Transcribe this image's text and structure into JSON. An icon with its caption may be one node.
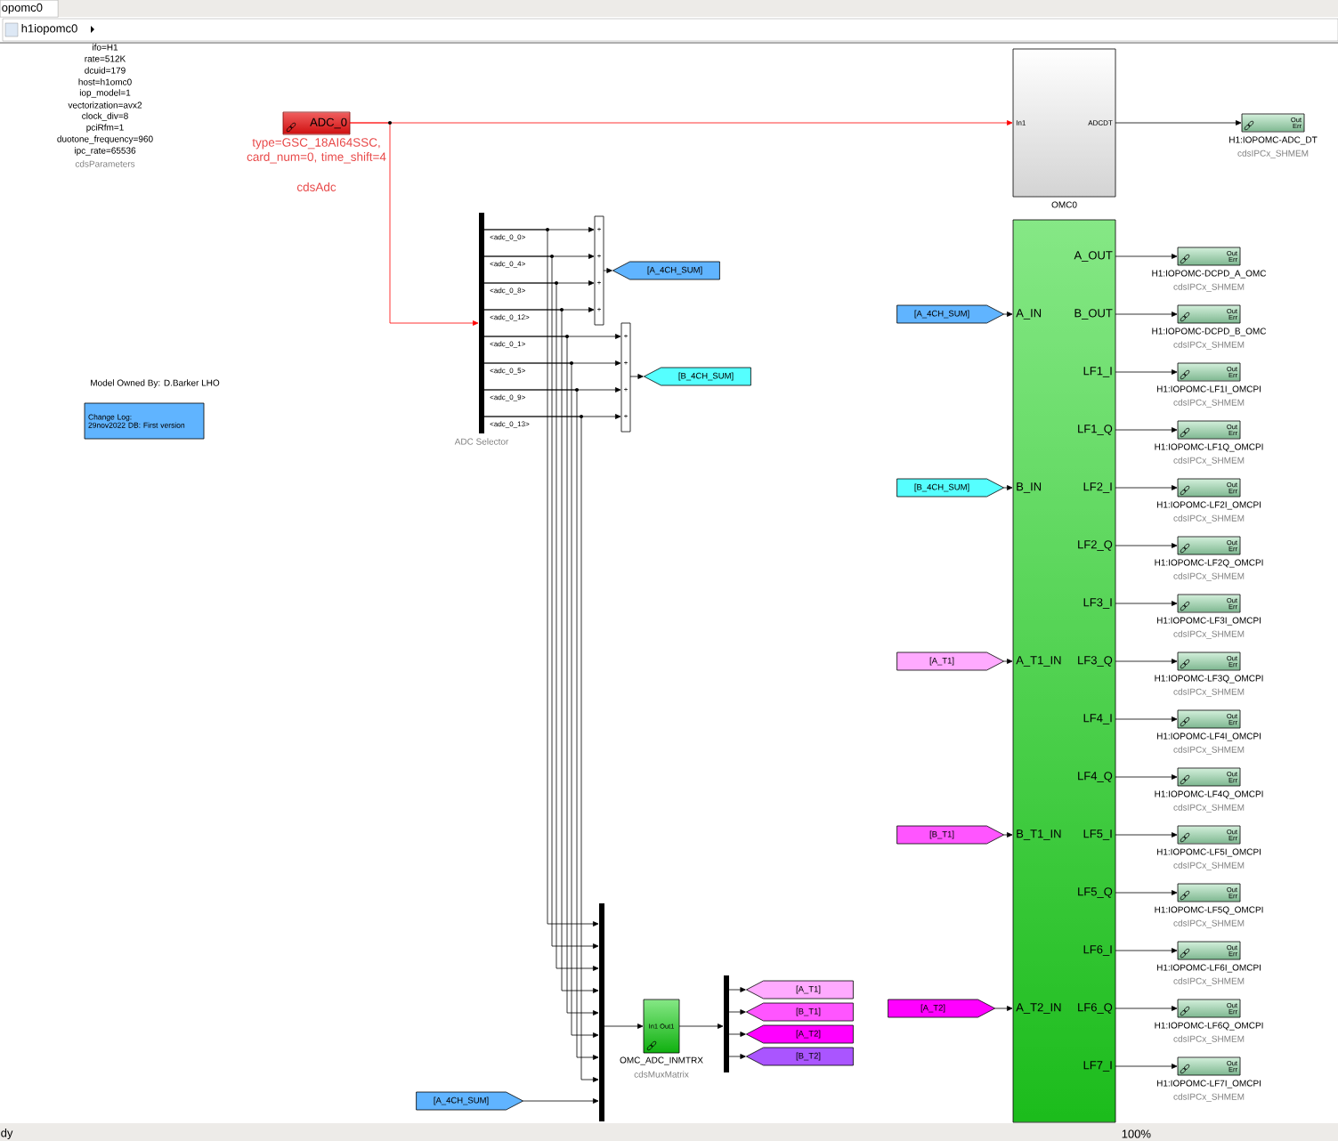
{
  "diagram": {
    "nodes": [
      {
        "text": [
          "ADC_0"
        ],
        "beside": [
          "type=GSC_18AI64SSC, card_num=0, time_shift=4",
          "cdsAdc"
        ]
      },
      {
        "text": [],
        "shape": "bar",
        "beside": [
          "ADC Selector"
        ]
      },
      {
        "text": [
          "+",
          "+",
          "+",
          "+"
        ]
      },
      {
        "text": [
          "+",
          "+",
          "+",
          "+"
        ]
      },
      {
        "text": [
          "[A_4CH_SUM]"
        ]
      },
      {
        "text": [
          "[B_4CH_SUM]"
        ]
      },
      {
        "text": [
          "In1",
          "ADCDT"
        ],
        "beside": [
          "OMC0"
        ]
      },
      {
        "text": [
          "Out",
          "Err"
        ],
        "beside": [
          "H1:IOPOMC-ADC_DT",
          "cdsIPCx_SHMEM"
        ]
      },
      {
        "text": [
          "A_IN",
          "B_IN",
          "A_T1_IN",
          "B_T1_IN",
          "A_T2_IN",
          "A_OUT",
          "B_OUT",
          "LF1_I",
          "LF1_Q",
          "LF2_I",
          "LF2_Q",
          "LF3_I",
          "LF3_Q",
          "LF4_I",
          "LF4_Q",
          "LF5_I",
          "LF5_Q",
          "LF6_I",
          "LF6_Q",
          "LF7_I"
        ]
      },
      {
        "text": [
          "[A_4CH_SUM]"
        ]
      },
      {
        "text": [
          "[B_4CH_SUM]"
        ]
      },
      {
        "text": [
          "[A_T1]"
        ]
      },
      {
        "text": [
          "[B_T1]"
        ]
      },
      {
        "text": [
          "[A_T2]"
        ]
      },
      {
        "text": [
          "Out",
          "Err"
        ],
        "beside": [
          "H1:IOPOMC-DCPD_A_OMC",
          "cdsIPCx_SHMEM"
        ]
      },
      {
        "text": [
          "Out",
          "Err"
        ],
        "beside": [
          "H1:IOPOMC-DCPD_B_OMC",
          "cdsIPCx_SHMEM"
        ]
      },
      {
        "text": [
          "Out",
          "Err"
        ],
        "beside": [
          "H1:IOPOMC-LF1I_OMCPI",
          "cdsIPCx_SHMEM"
        ]
      },
      {
        "text": [
          "Out",
          "Err"
        ],
        "beside": [
          "H1:IOPOMC-LF1Q_OMCPI",
          "cdsIPCx_SHMEM"
        ]
      },
      {
        "text": [
          "Out",
          "Err"
        ],
        "beside": [
          "H1:IOPOMC-LF2I_OMCPI",
          "cdsIPCx_SHMEM"
        ]
      },
      {
        "text": [
          "Out",
          "Err"
        ],
        "beside": [
          "H1:IOPOMC-LF2Q_OMCPI",
          "cdsIPCx_SHMEM"
        ]
      },
      {
        "text": [
          "Out",
          "Err"
        ],
        "beside": [
          "H1:IOPOMC-LF3I_OMCPI",
          "cdsIPCx_SHMEM"
        ]
      },
      {
        "text": [
          "Out",
          "Err"
        ],
        "beside": [
          "H1:IOPOMC-LF3Q_OMCPI",
          "cdsIPCx_SHMEM"
        ]
      },
      {
        "text": [
          "Out",
          "Err"
        ],
        "beside": [
          "H1:IOPOMC-LF4I_OMCPI",
          "cdsIPCx_SHMEM"
        ]
      },
      {
        "text": [
          "Out",
          "Err"
        ],
        "beside": [
          "H1:IOPOMC-LF4Q_OMCPI",
          "cdsIPCx_SHMEM"
        ]
      },
      {
        "text": [
          "Out",
          "Err"
        ],
        "beside": [
          "H1:IOPOMC-LF5I_OMCPI",
          "cdsIPCx_SHMEM"
        ]
      },
      {
        "text": [
          "Out",
          "Err"
        ],
        "beside": [
          "H1:IOPOMC-LF5Q_OMCPI",
          "cdsIPCx_SHMEM"
        ]
      },
      {
        "text": [
          "Out",
          "Err"
        ],
        "beside": [
          "H1:IOPOMC-LF6I_OMCPI",
          "cdsIPCx_SHMEM"
        ]
      },
      {
        "text": [
          "Out",
          "Err"
        ],
        "beside": [
          "H1:IOPOMC-LF6Q_OMCPI",
          "cdsIPCx_SHMEM"
        ]
      },
      {
        "text": [
          "Out",
          "Err"
        ],
        "beside": [
          "H1:IOPOMC-LF7I_OMCPI",
          "cdsIPCx_SHMEM"
        ]
      },
      {
        "text": [],
        "shape": "bar"
      },
      {
        "text": [
          "[A_4CH_SUM]"
        ]
      },
      {
        "text": [
          "In1",
          "Out1"
        ],
        "beside": [
          "OMC_ADC_INMTRX",
          "cdsMuxMatrix"
        ]
      },
      {
        "text": [],
        "shape": "bar"
      },
      {
        "text": [
          "[A_T1]"
        ]
      },
      {
        "text": [
          "[B_T1]"
        ]
      },
      {
        "text": [
          "[A_T2]"
        ]
      },
      {
        "text": [
          "[B_T2]"
        ]
      },
      {
        "text": [
          "Change Log:",
          "29nov2022 DB: First version"
        ]
      }
    ],
    "edges": [
      {
        "from": 0,
        "to": 6,
        "arrow": "to",
        "color": "#ff0000"
      },
      {
        "from": 0,
        "to": 1,
        "arrow": "to",
        "color": "#ff0000"
      },
      {
        "from": 1,
        "to": 2,
        "arrow": "to",
        "label": "<adc_0_0>"
      },
      {
        "from": 1,
        "to": 2,
        "arrow": "to",
        "label": "<adc_0_4>"
      },
      {
        "from": 1,
        "to": 2,
        "arrow": "to",
        "label": "<adc_0_8>"
      },
      {
        "from": 1,
        "to": 2,
        "arrow": "to",
        "label": "<adc_0_12>"
      },
      {
        "from": 1,
        "to": 3,
        "arrow": "to",
        "label": "<adc_0_1>"
      },
      {
        "from": 1,
        "to": 3,
        "arrow": "to",
        "label": "<adc_0_5>"
      },
      {
        "from": 1,
        "to": 3,
        "arrow": "to",
        "label": "<adc_0_9>"
      },
      {
        "from": 1,
        "to": 3,
        "arrow": "to",
        "label": "<adc_0_13>"
      },
      {
        "from": 2,
        "to": 4,
        "arrow": "to"
      },
      {
        "from": 3,
        "to": 5,
        "arrow": "to"
      },
      {
        "from": 1,
        "to": 29,
        "arrow": "to"
      },
      {
        "from": 1,
        "to": 29,
        "arrow": "to"
      },
      {
        "from": 1,
        "to": 29,
        "arrow": "to"
      },
      {
        "from": 1,
        "to": 29,
        "arrow": "to"
      },
      {
        "from": 1,
        "to": 29,
        "arrow": "to"
      },
      {
        "from": 1,
        "to": 29,
        "arrow": "to"
      },
      {
        "from": 1,
        "to": 29,
        "arrow": "to"
      },
      {
        "from": 1,
        "to": 29,
        "arrow": "to"
      },
      {
        "from": 6,
        "to": 7,
        "arrow": "to"
      },
      {
        "from": 9,
        "to": 8,
        "arrow": "to"
      },
      {
        "from": 10,
        "to": 8,
        "arrow": "to"
      },
      {
        "from": 11,
        "to": 8,
        "arrow": "to"
      },
      {
        "from": 12,
        "to": 8,
        "arrow": "to"
      },
      {
        "from": 13,
        "to": 8,
        "arrow": "to"
      },
      {
        "from": 8,
        "to": 14,
        "arrow": "to"
      },
      {
        "from": 8,
        "to": 15,
        "arrow": "to"
      },
      {
        "from": 8,
        "to": 16,
        "arrow": "to"
      },
      {
        "from": 8,
        "to": 17,
        "arrow": "to"
      },
      {
        "from": 8,
        "to": 18,
        "arrow": "to"
      },
      {
        "from": 8,
        "to": 19,
        "arrow": "to"
      },
      {
        "from": 8,
        "to": 20,
        "arrow": "to"
      },
      {
        "from": 8,
        "to": 21,
        "arrow": "to"
      },
      {
        "from": 8,
        "to": 22,
        "arrow": "to"
      },
      {
        "from": 8,
        "to": 23,
        "arrow": "to"
      },
      {
        "from": 8,
        "to": 24,
        "arrow": "to"
      },
      {
        "from": 8,
        "to": 25,
        "arrow": "to"
      },
      {
        "from": 8,
        "to": 26,
        "arrow": "to"
      },
      {
        "from": 8,
        "to": 27,
        "arrow": "to"
      },
      {
        "from": 8,
        "to": 28,
        "arrow": "to"
      },
      {
        "from": 30,
        "to": 29,
        "arrow": "to"
      },
      {
        "from": 29,
        "to": 31,
        "arrow": "to"
      },
      {
        "from": 31,
        "to": 32,
        "arrow": "to"
      },
      {
        "from": 32,
        "to": 33,
        "arrow": "to"
      },
      {
        "from": 32,
        "to": 34,
        "arrow": "to"
      },
      {
        "from": 32,
        "to": 35,
        "arrow": "to"
      },
      {
        "from": 32,
        "to": 36,
        "arrow": "to"
      }
    ],
    "labels": [
      "opomc0",
      "h1iopomc0",
      "ifo=H1",
      "rate=512K",
      "dcuid=179",
      "host=h1omc0",
      "iop_model=1",
      "vectorization=avx2",
      "clock_div=8",
      "pciRfm=1",
      "duotone_frequency=960",
      "ipc_rate=65536",
      "cdsParameters",
      "Model Owned By: D.Barker LHO",
      "dy",
      "100%"
    ]
  }
}
